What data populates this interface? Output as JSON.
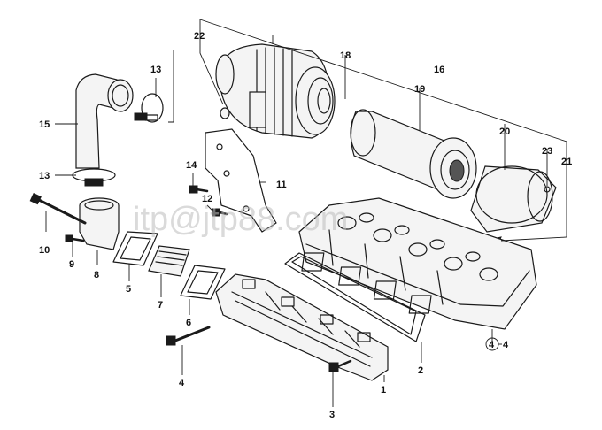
{
  "watermark": "itp@jtp88.com",
  "labels": {
    "n1": "1",
    "n2": "2",
    "n3": "3",
    "n4": "4",
    "n4b": "4",
    "n5": "5",
    "n6": "6",
    "n7": "7",
    "n8": "8",
    "n9": "9",
    "n10": "10",
    "n11": "11",
    "n12": "12",
    "n13a": "13",
    "n13b": "13",
    "n14": "14",
    "n15": "15",
    "n16": "16",
    "n18": "18",
    "n19": "19",
    "n20": "20",
    "n21": "21",
    "n22": "22",
    "n23": "23"
  }
}
